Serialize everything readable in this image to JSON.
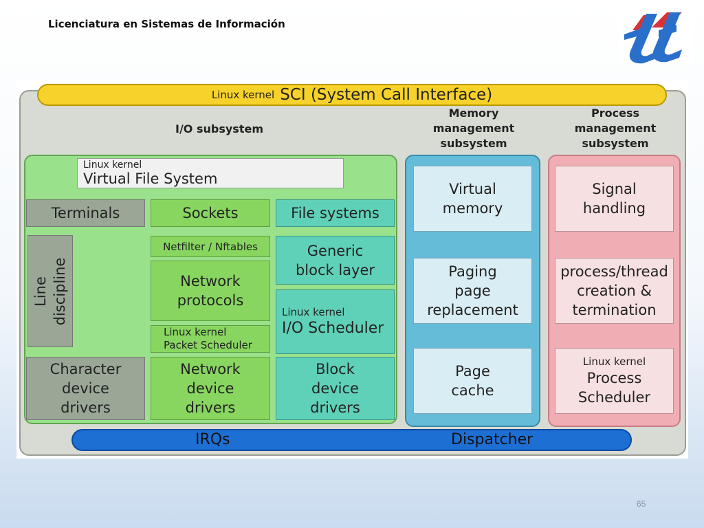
{
  "slide": {
    "title": "Licenciatura en Sistemas de Información",
    "page_number": "65"
  },
  "diagram": {
    "sci": {
      "prefix": "Linux kernel",
      "label": "SCI (System Call Interface)"
    },
    "io": {
      "heading": "I/O subsystem",
      "vfs": {
        "prefix": "Linux kernel",
        "label": "Virtual File System"
      },
      "terminals": "Terminals",
      "sockets": "Sockets",
      "file_systems": "File systems",
      "line_discipline": [
        "Line",
        "discipline"
      ],
      "netfilter": "Netfilter / Nftables",
      "network_protocols": [
        "Network",
        "protocols"
      ],
      "packet_scheduler": [
        "Linux kernel",
        "Packet Scheduler"
      ],
      "generic_block_layer": [
        "Generic",
        "block layer"
      ],
      "io_scheduler": {
        "prefix": "Linux kernel",
        "label": "I/O Scheduler"
      },
      "char_drivers": [
        "Character",
        "device",
        "drivers"
      ],
      "net_drivers": [
        "Network",
        "device",
        "drivers"
      ],
      "block_drivers": [
        "Block",
        "device",
        "drivers"
      ]
    },
    "memory": {
      "heading": [
        "Memory",
        "management",
        "subsystem"
      ],
      "virtual_memory": [
        "Virtual",
        "memory"
      ],
      "paging": [
        "Paging",
        "page",
        "replacement"
      ],
      "page_cache": [
        "Page",
        "cache"
      ]
    },
    "process": {
      "heading": [
        "Process",
        "management",
        "subsystem"
      ],
      "signal": [
        "Signal",
        "handling"
      ],
      "thread": [
        "process/thread",
        "creation &",
        "termination"
      ],
      "scheduler": {
        "prefix": "Linux kernel",
        "label": [
          "Process",
          "Scheduler"
        ]
      }
    },
    "irqs": "IRQs",
    "dispatcher": "Dispatcher"
  },
  "colors": {
    "sci": "#f7d22a",
    "io": "#99e18a",
    "memory": "#64bcd8",
    "process": "#f1adb4",
    "irq_bar": "#1e6fd4",
    "logo_blue": "#2a6fc9",
    "logo_red": "#d9333a"
  }
}
